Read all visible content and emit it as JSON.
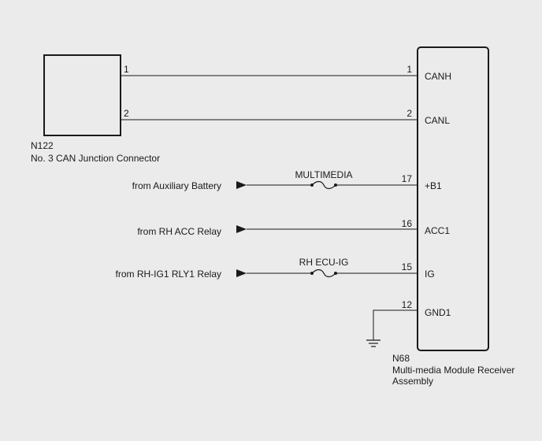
{
  "connector_n122": {
    "code": "N122",
    "name": "No. 3 CAN Junction Connector",
    "pins": [
      "1",
      "2"
    ]
  },
  "module_n68": {
    "code": "N68",
    "name_line1": "Multi-media Module Receiver",
    "name_line2": "Assembly"
  },
  "circuits": {
    "canh": {
      "left_pin": "1",
      "right_pin": "1",
      "terminal": "CANH"
    },
    "canl": {
      "left_pin": "2",
      "right_pin": "2",
      "terminal": "CANL"
    },
    "b1": {
      "source": "from Auxiliary Battery",
      "fuse": "MULTIMEDIA",
      "pin": "17",
      "terminal": "+B1"
    },
    "acc1": {
      "source": "from RH ACC Relay",
      "pin": "16",
      "terminal": "ACC1"
    },
    "ig": {
      "source": "from RH-IG1 RLY1 Relay",
      "fuse": "RH ECU-IG",
      "pin": "15",
      "terminal": "IG"
    },
    "gnd1": {
      "pin": "12",
      "terminal": "GND1"
    }
  }
}
